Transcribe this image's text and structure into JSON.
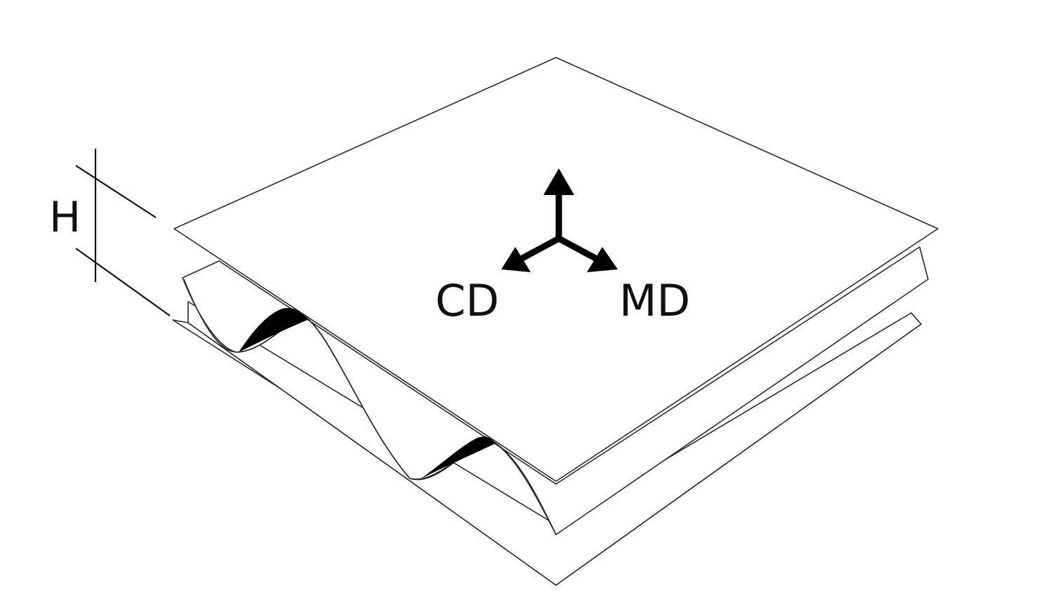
{
  "diagram": {
    "labels": {
      "height": "H",
      "cross_direction": "CD",
      "machine_direction": "MD"
    },
    "colors": {
      "line": "#2a2a2a",
      "fill": "#ffffff",
      "ink": "#000000"
    }
  }
}
